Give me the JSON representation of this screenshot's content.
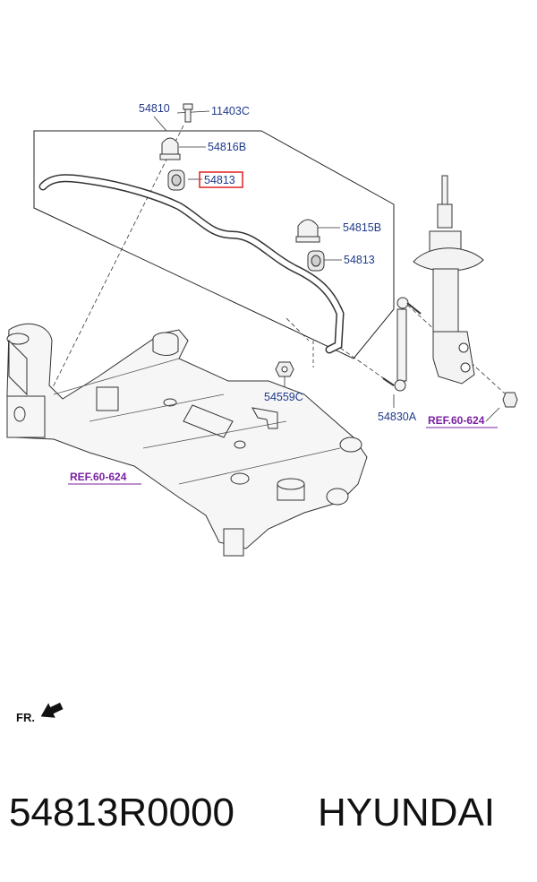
{
  "diagram": {
    "labels": {
      "stabilizer_bar": "54810",
      "bolt": "11403C",
      "bracket_left": "54816B",
      "bushing_highlighted": "54813",
      "bracket_right": "54815B",
      "bushing_right": "54813",
      "nut": "54559C",
      "stabilizer_link": "54830A"
    },
    "refs": {
      "subframe_ref": "REF.60-624",
      "strut_ref": "REF.60-624"
    },
    "front_marker": "FR.",
    "highlight_color": "#e02020"
  },
  "caption": {
    "part_number": "54813R0000",
    "brand": "HYUNDAI"
  }
}
